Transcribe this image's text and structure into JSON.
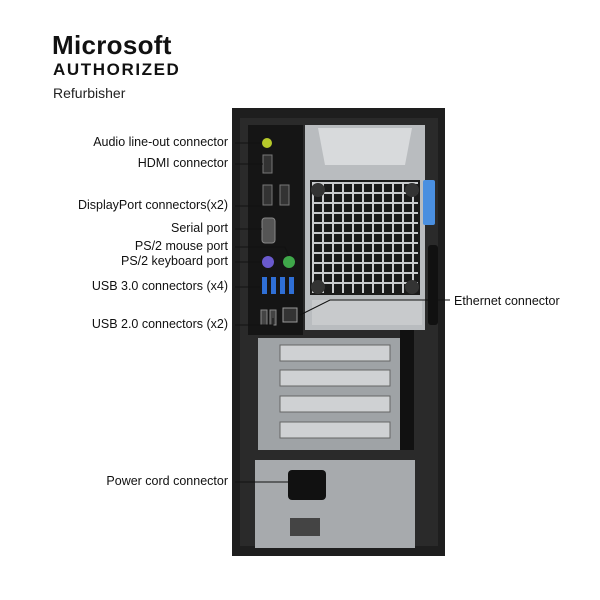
{
  "branding": {
    "line1": "Microsoft",
    "line2": "AUTHORIZED",
    "line3": "Refurbisher"
  },
  "labels": {
    "audio": "Audio line-out connector",
    "hdmi": "HDMI connector",
    "displayport": "DisplayPort connectors(x2)",
    "serial": "Serial port",
    "ps2_mouse": "PS/2 mouse port",
    "ps2_keyboard": "PS/2 keyboard port",
    "usb3": "USB 3.0 connectors (x4)",
    "usb2": "USB 2.0 connectors (x2)",
    "ethernet": "Ethernet connector",
    "power": "Power cord connector"
  },
  "colors": {
    "frame": "#1e1e1e",
    "panel": "#b9bcbf",
    "usb3": "#2f6fd6",
    "ps2_mouse": "#3fa84a",
    "ps2_keyboard": "#6a5acd",
    "audio": "#b6c92a",
    "latch": "#4a8fe0"
  }
}
